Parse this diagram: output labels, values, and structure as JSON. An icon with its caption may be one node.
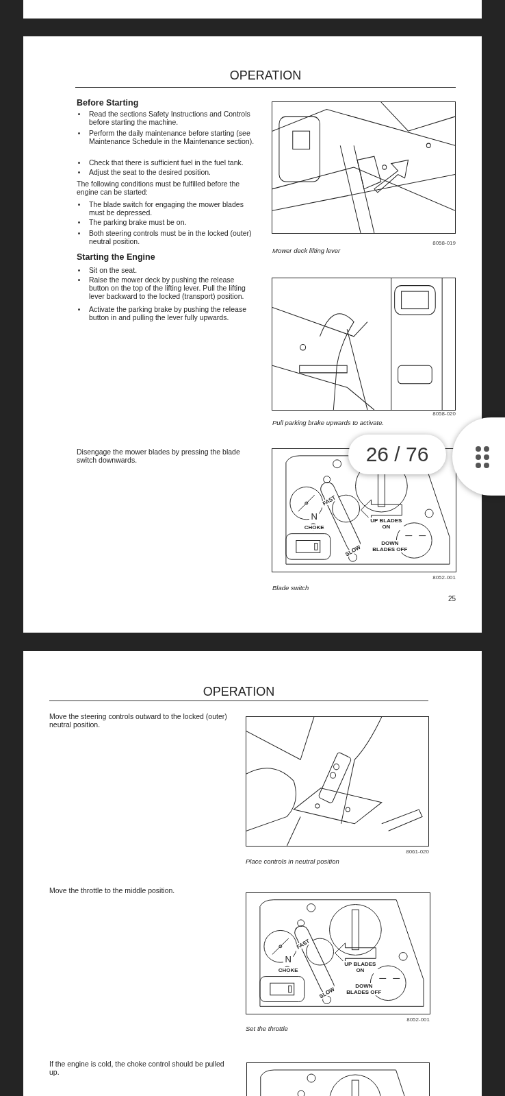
{
  "diagram": {
    "labels": [
      "OPERATION",
      "Before Starting",
      "Read the sections Safety Instructions and Controls before starting the machine.",
      "Perform the daily maintenance before starting (see Maintenance Schedule in the Maintenance section).",
      "Check that there is sufficient fuel in the fuel tank.",
      "Adjust the seat to the desired position.",
      "The following conditions must be fulfilled before the engine can be started:",
      "The blade switch for engaging the mower blades must be depressed.",
      "The parking brake must be on.",
      "Both steering controls must be in the locked (outer) neutral position.",
      "Starting the Engine",
      "Sit on the seat.",
      "Raise the mower deck by pushing the release button on the top of the lifting lever. Pull the lifting lever backward to the locked (transport) position.",
      "Activate the parking brake by pushing the release button in and pulling the lever fully upwards.",
      "8058-019",
      "Mower deck lifting lever",
      "8058-020",
      "Pull parking brake upwards to activate.",
      "Disengage the mower blades by pressing the blade switch downwards.",
      "FAST",
      "N",
      "CHOKE",
      "UP BLADES ON",
      "DOWN BLADES OFF",
      "SLOW",
      "8052-001",
      "Blade switch",
      "25",
      "26 / 76",
      "OPERATION",
      "Move the steering controls outward to the locked (outer) neutral position.",
      "8061-020",
      "Place controls in neutral position",
      "Move the throttle to the middle position.",
      "FAST",
      "N",
      "CHOKE",
      "UP BLADES ON",
      "DOWN BLADES OFF",
      "SLOW",
      "8052-001",
      "Set the throttle",
      "If the engine is cold, the choke control should be pulled up."
    ]
  }
}
